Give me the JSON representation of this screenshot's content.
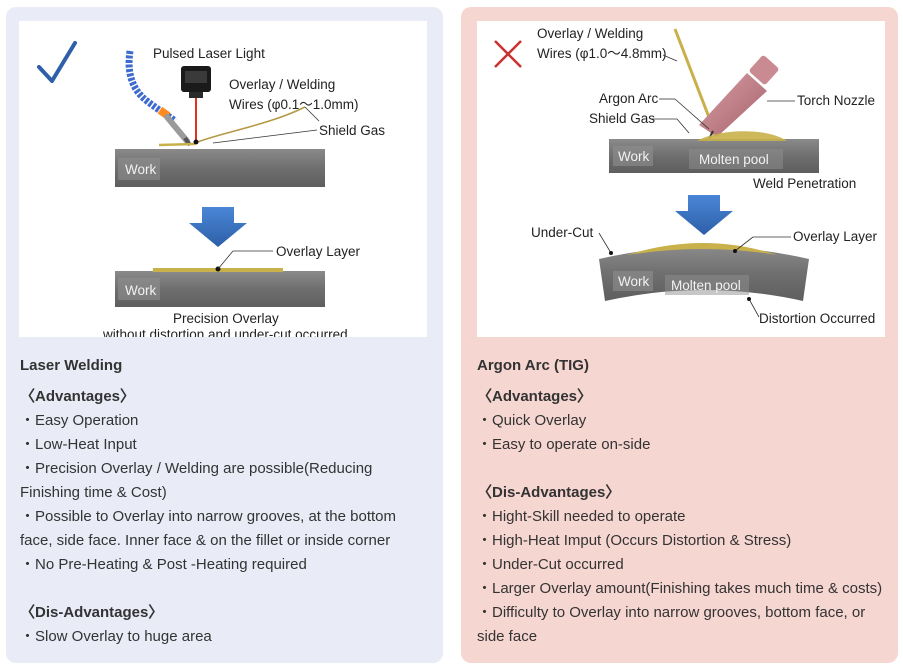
{
  "left": {
    "labels": {
      "pulsed_laser": "Pulsed Laser Light",
      "wires_line1": "Overlay / Welding",
      "wires_line2": "Wires (φ0.1～1.0mm)",
      "shield_gas": "Shield Gas",
      "work_top": "Work",
      "overlay_layer": "Overlay Layer",
      "work_bottom": "Work",
      "caption1": "Precision Overlay",
      "caption2": "without distortion and under-cut occurred"
    },
    "title": "Laser Welding",
    "advantages_head": "〈Advantages〉",
    "advantages": [
      "・Easy Operation",
      "・Low-Heat Input",
      "・Precision Overlay / Welding are possible(Reducing",
      "Finishing time & Cost)",
      "・Possible to Overlay into narrow grooves, at the bottom",
      "face, side face. Inner face & on the fillet or inside corner",
      "・No Pre-Heating & Post -Heating required"
    ],
    "disadvantages_head": "〈Dis-Advantages〉",
    "disadvantages": [
      "・Slow Overlay to huge area"
    ]
  },
  "right": {
    "labels": {
      "wires_line1": "Overlay / Welding",
      "wires_line2": "Wires (φ1.0～4.8mm)",
      "argon_arc": "Argon Arc",
      "shield_gas": "Shield Gas",
      "torch_nozzle": "Torch Nozzle",
      "work_top": "Work",
      "molten_pool_top": "Molten pool",
      "weld_penetration": "Weld Penetration",
      "under_cut": "Under-Cut",
      "overlay_layer": "Overlay Layer",
      "work_bottom": "Work",
      "molten_pool_bottom": "Molten pool",
      "distortion": "Distortion Occurred"
    },
    "title": "Argon Arc (TIG)",
    "advantages_head": "〈Advantages〉",
    "advantages": [
      "・Quick Overlay",
      "・Easy to operate on-side"
    ],
    "disadvantages_head": "〈Dis-Advantages〉",
    "disadvantages": [
      "・Hight-Skill needed to operate",
      "・High-Heat Imput (Occurs Distortion & Stress)",
      "・Under-Cut occurred",
      "・Larger Overlay amount(Finishing takes much time & costs)",
      "・Difficulty to Overlay into narrow grooves, bottom face, or",
      "side face"
    ]
  },
  "colors": {
    "left_panel": "#e9ecf7",
    "right_panel": "#f6d6d1",
    "check_mark": "#2f5fa8",
    "cross_mark": "#c9312e",
    "arrow": "#3a74c4"
  }
}
